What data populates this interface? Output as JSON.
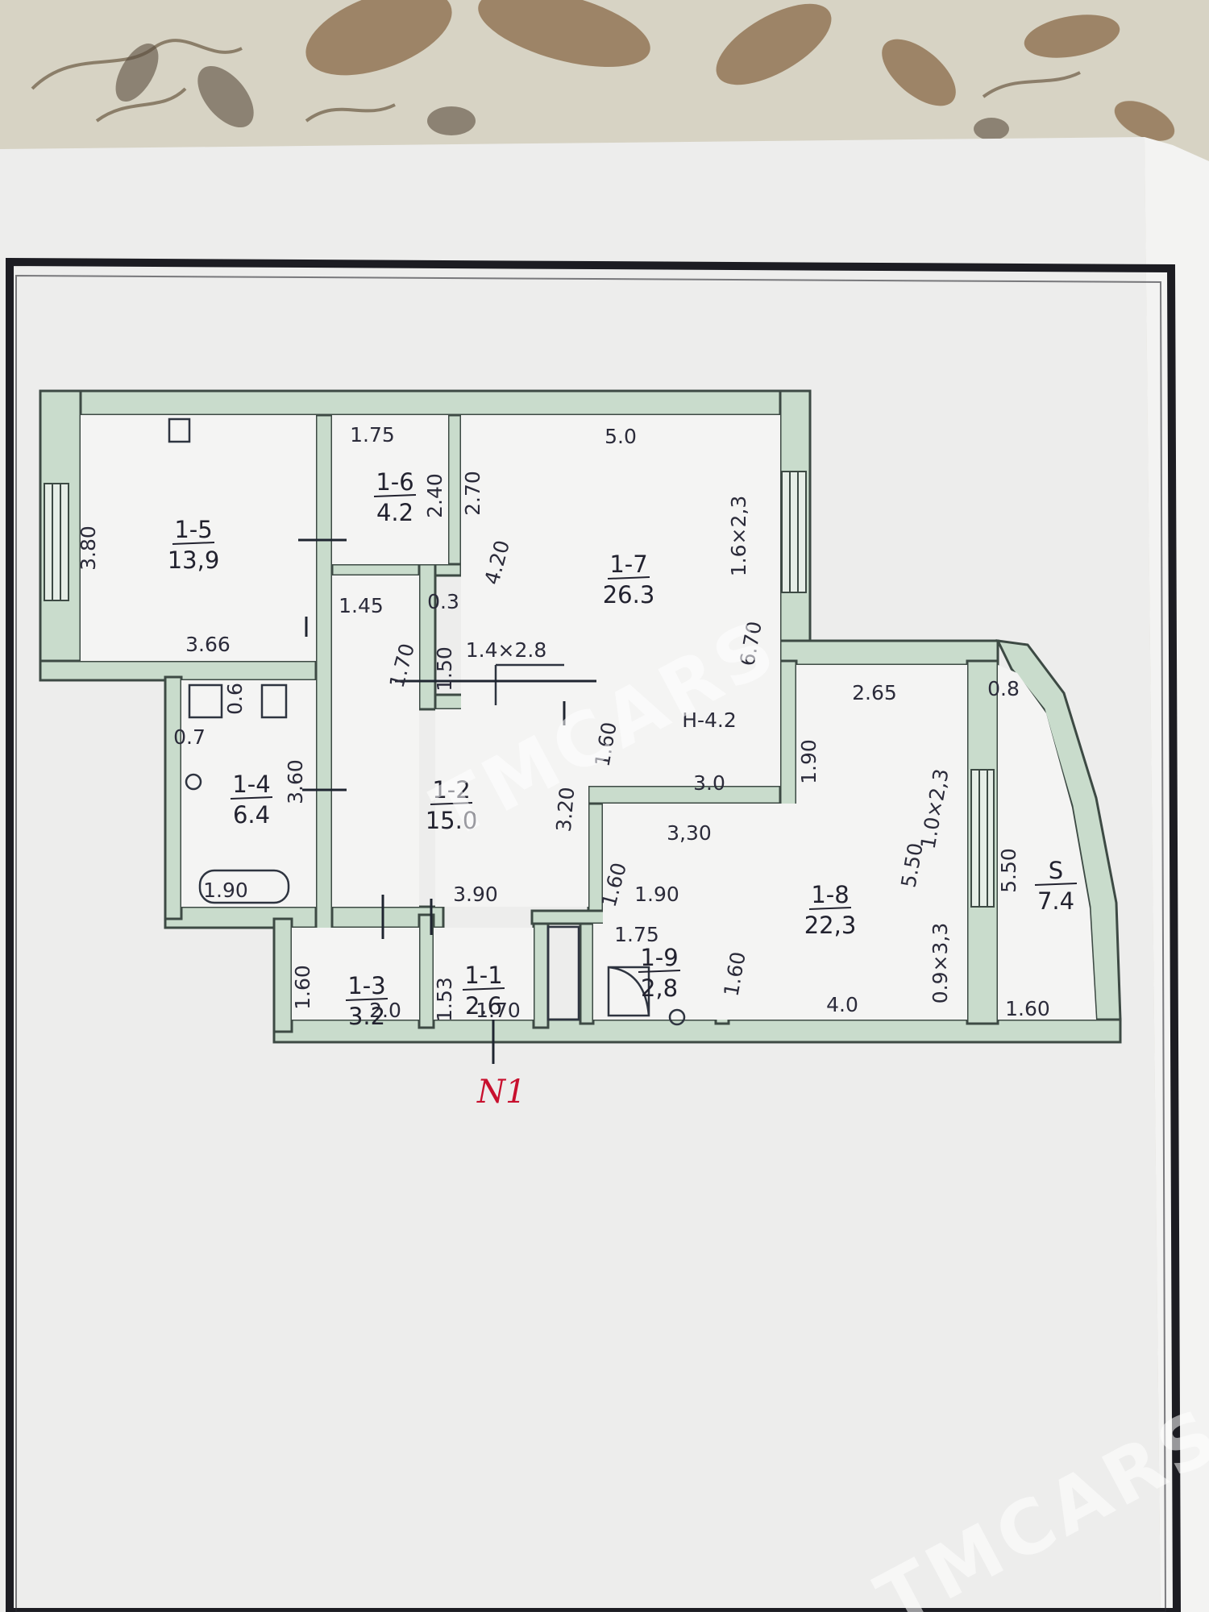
{
  "plan": {
    "rooms": [
      {
        "id": "1-5",
        "area": "13,9"
      },
      {
        "id": "1-6",
        "area": "4.2"
      },
      {
        "id": "1-7",
        "area": "26.3"
      },
      {
        "id": "1-4",
        "area": "6.4"
      },
      {
        "id": "1-2",
        "area": "15.0"
      },
      {
        "id": "1-8",
        "area": "22,3"
      },
      {
        "id": "1-3",
        "area": "3.2"
      },
      {
        "id": "1-1",
        "area": "2.6"
      },
      {
        "id": "1-9",
        "area": "2,8"
      },
      {
        "id": "S",
        "area": "7.4"
      }
    ],
    "dimensions": [
      "3.80",
      "3.66",
      "1.75",
      "2.40",
      "2.70",
      "5.0",
      "1.6×2,3",
      "4.20",
      "0.3",
      "1.45",
      "1.70",
      "1.50",
      "1.4×2.8",
      "6.70",
      "H-4.2",
      "1.60",
      "3.20",
      "3.0",
      "2.65",
      "0.8",
      "1.90",
      "1.0×2,3",
      "5.50",
      "3,30",
      "1.60",
      "1.90",
      "0.9×3,3",
      "5.50",
      "3.90",
      "0.6",
      "0.7",
      "3.60",
      "1.90",
      "1.60",
      "2.0",
      "1.53",
      "1.70",
      "1.75",
      "1.60",
      "4.0",
      "1.60"
    ],
    "entrance_label": "N1"
  },
  "watermark": "TMCARS",
  "colors": {
    "wall_fill": "#c9dccc",
    "wall_stroke": "#3d4a44",
    "paper": "#ededec",
    "frame": "#1c1c22",
    "fabric": "#d7d3c4",
    "fabric_pattern": "#8a6a48"
  }
}
